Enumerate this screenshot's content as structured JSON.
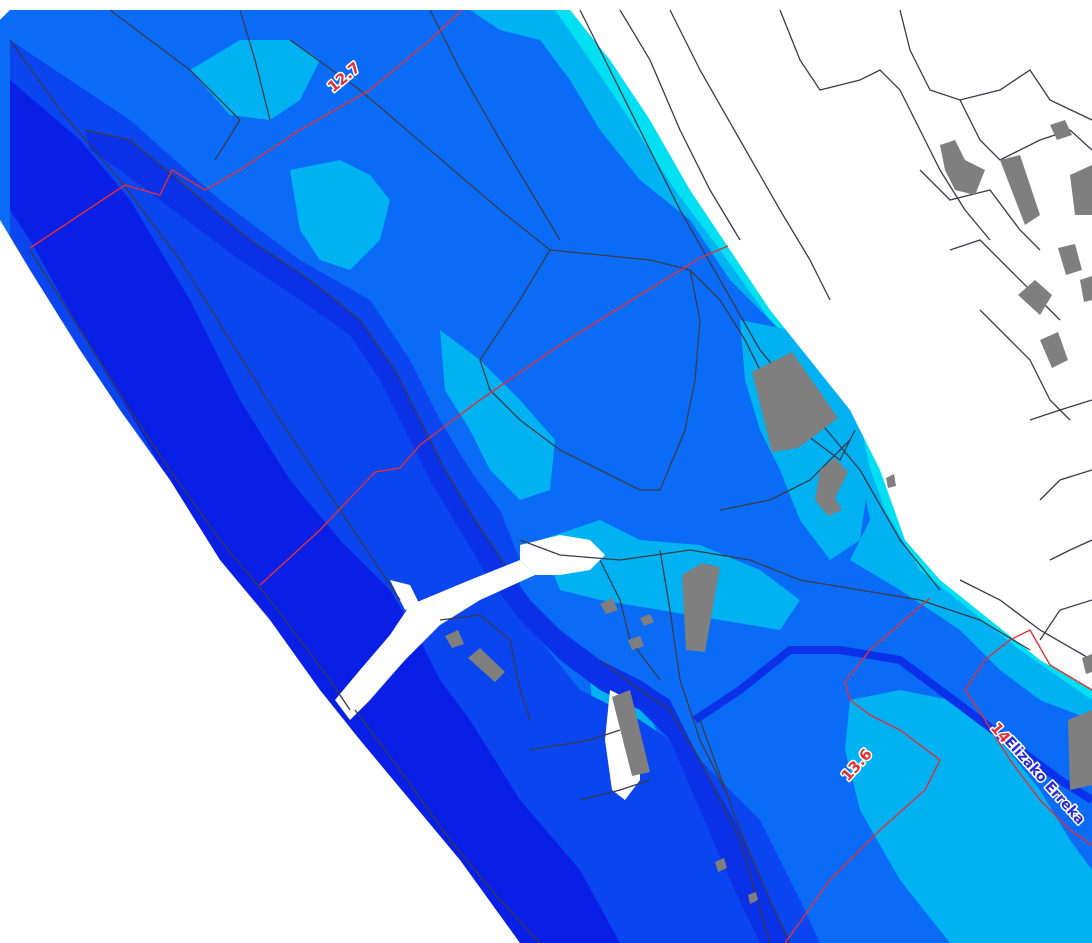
{
  "map": {
    "legend_colors": {
      "depth_very_high": "#0a1fe6",
      "depth_high": "#0a45f0",
      "depth_mid": "#0a6cf6",
      "depth_low": "#00b2f2",
      "depth_shallow": "#00e0f2",
      "buildings": "#7f7f7f",
      "parcel_lines": "#3a3a4a",
      "section_lines": "#e0303a",
      "river_label_color": "#2b2bd6"
    },
    "sections": [
      {
        "id": "sec-1",
        "label": "12.7"
      },
      {
        "id": "sec-2",
        "label": "13.6"
      },
      {
        "id": "sec-3",
        "label": "14"
      }
    ],
    "river": {
      "name": "Elizako Erreka"
    }
  }
}
